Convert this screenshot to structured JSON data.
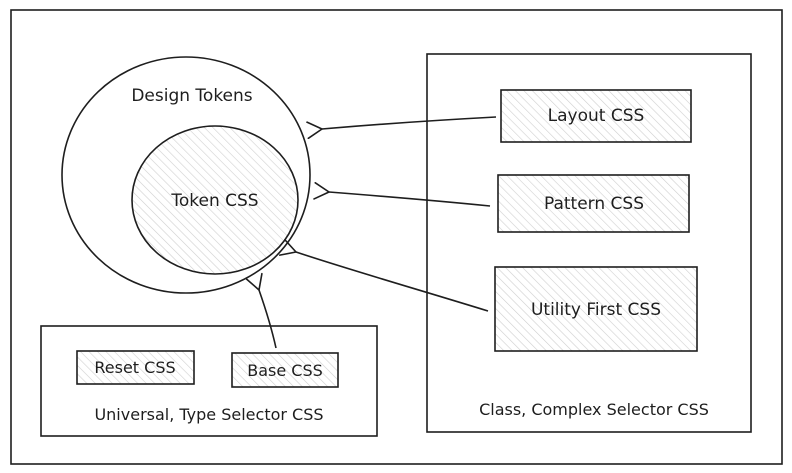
{
  "design_tokens": {
    "label": "Design Tokens",
    "token_css_label": "Token CSS"
  },
  "universal_group": {
    "label": "Universal, Type Selector CSS",
    "items": [
      "Reset CSS",
      "Base CSS"
    ]
  },
  "class_group": {
    "label": "Class, Complex Selector CSS",
    "items": [
      "Layout CSS",
      "Pattern CSS",
      "Utility First CSS"
    ]
  },
  "colors": {
    "stroke": "#1e1e1e",
    "hatch": "#c8c8c8",
    "background": "#ffffff"
  }
}
